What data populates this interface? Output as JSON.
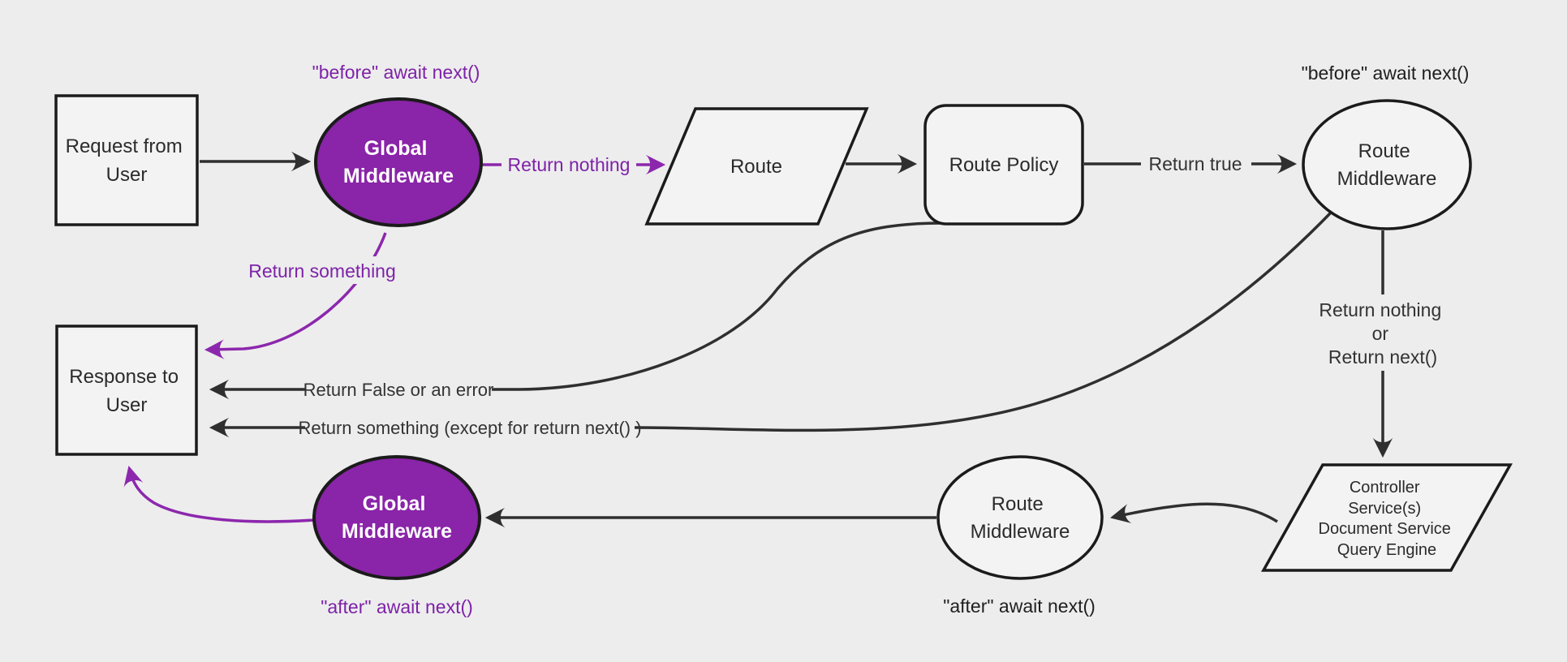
{
  "colors": {
    "background": "#ededed",
    "node_fill": "#f3f3f3",
    "node_border": "#1b1b1b",
    "edge": "#2f2f2f",
    "purple_fill": "#8a24a8",
    "purple_edge": "#8c27ad",
    "purple_text": "#7e22a8",
    "text": "#2b2b2b",
    "node_text_light": "#ffffff"
  },
  "nodes": {
    "request": {
      "lines": [
        "Request from",
        "User"
      ]
    },
    "global_middleware_top": {
      "lines": [
        "Global",
        "Middleware"
      ]
    },
    "route": {
      "label": "Route"
    },
    "route_policy": {
      "label": "Route Policy"
    },
    "route_middleware_top": {
      "lines": [
        "Route",
        "Middleware"
      ]
    },
    "controller": {
      "lines": [
        "Controller",
        "Service(s)",
        "Document Service",
        "Query Engine"
      ]
    },
    "route_middleware_bottom": {
      "lines": [
        "Route",
        "Middleware"
      ]
    },
    "global_middleware_bottom": {
      "lines": [
        "Global",
        "Middleware"
      ]
    },
    "response": {
      "lines": [
        "Response to",
        "User"
      ]
    }
  },
  "edge_labels": {
    "return_nothing_top": "Return nothing",
    "return_true": "Return true",
    "return_nothing_or": {
      "lines": [
        "Return nothing",
        "or",
        "Return next()"
      ]
    },
    "return_false": "Return False or an error",
    "return_something_except": "Return something (except for return next() )",
    "return_something": "Return something"
  },
  "annotations": {
    "before_await_global": "\"before\" await next()",
    "before_await_route": "\"before\" await next()",
    "after_await_route": "\"after\" await next()",
    "after_await_global": "\"after\" await next()"
  }
}
